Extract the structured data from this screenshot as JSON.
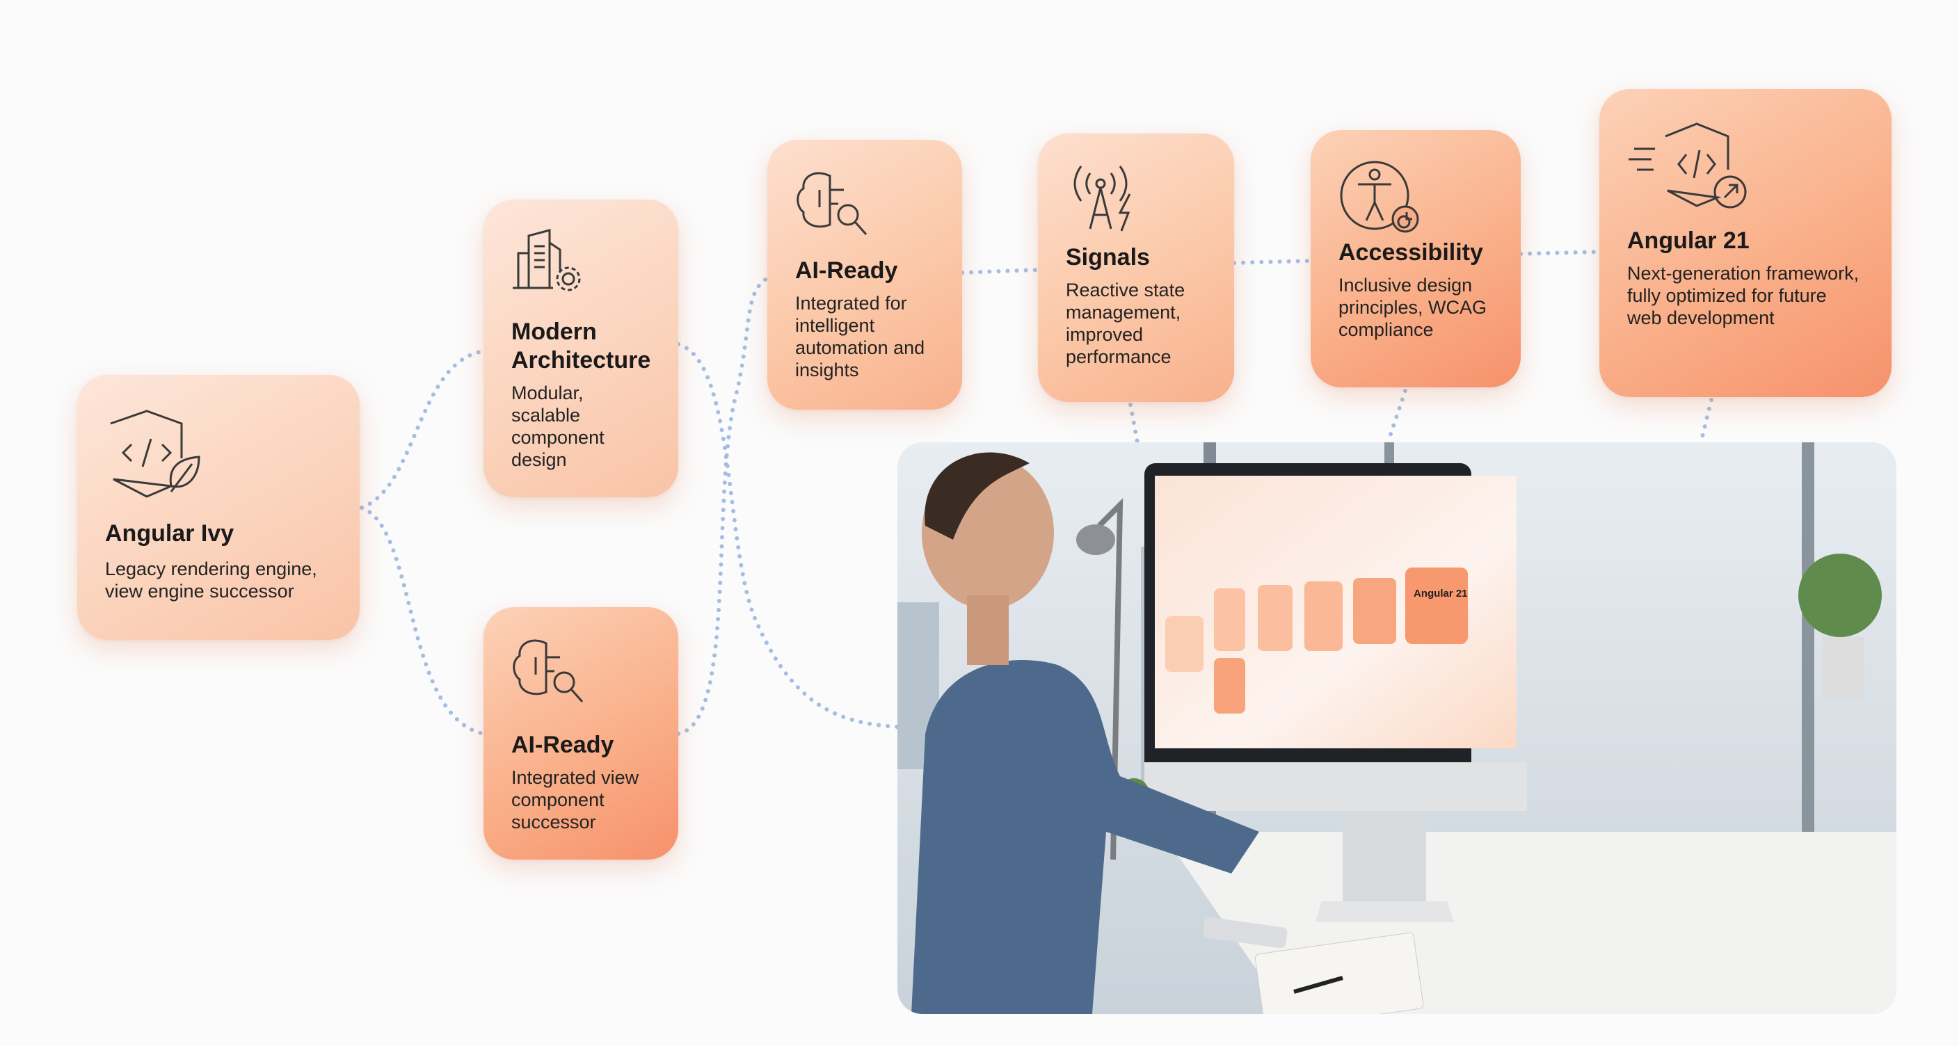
{
  "nodes": [
    {
      "id": "ivy",
      "title": "Angular Ivy",
      "description": "Legacy rendering engine, view engine successor",
      "icon": "code-shield-leaf-icon"
    },
    {
      "id": "modern",
      "title": "Modern Architecture",
      "description": "Modular, scalable component design",
      "icon": "building-gear-icon"
    },
    {
      "id": "ai_bottom",
      "title": "AI-Ready",
      "description": "Integrated view component successor",
      "icon": "brain-search-icon"
    },
    {
      "id": "ai_top",
      "title": "AI-Ready",
      "description": "Integrated for intelligent automation and insights",
      "icon": "brain-search-icon"
    },
    {
      "id": "signals",
      "title": "Signals",
      "description": "Reactive state management, improved performance",
      "icon": "antenna-lightning-icon"
    },
    {
      "id": "a11y",
      "title": "Accessibility",
      "description": "Inclusive design principles, WCAG compliance",
      "icon": "accessibility-icon"
    },
    {
      "id": "ng21",
      "title": "Angular 21",
      "description": "Next-generation framework, fully optimized for future web development",
      "icon": "code-shield-arrow-icon"
    }
  ],
  "photo": {
    "screen_title": "Angular 21"
  },
  "colors": {
    "card_light": "#fbd4bd",
    "card_strong": "#f6916c",
    "connector": "#9fb8e0"
  }
}
